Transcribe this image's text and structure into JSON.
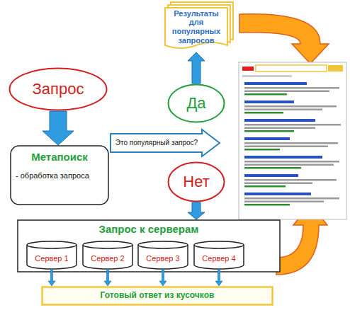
{
  "diagram": {
    "nodes": [
      {
        "text": [
          "Результаты для популярных запросов"
        ]
      },
      {
        "text": [
          "Запрос"
        ]
      },
      {
        "text": [
          "Да"
        ]
      },
      {
        "text": [
          "Это популярный запрос?"
        ]
      },
      {
        "text": [
          "Метапоиск",
          "- обработка запроса"
        ]
      },
      {
        "text": [
          "Нет"
        ]
      },
      {
        "text": [
          "Запрос к серверам"
        ]
      },
      {
        "text": [
          "Сервер 1"
        ],
        "in": 6
      },
      {
        "text": [
          "Сервер 2"
        ],
        "in": 6
      },
      {
        "text": [
          "Сервер 3"
        ],
        "in": 6
      },
      {
        "text": [
          "Сервер 4"
        ],
        "in": 6
      },
      {
        "text": [
          "Готовый ответ из кусочков"
        ]
      }
    ],
    "edges": [
      {
        "from": 1,
        "to": 4,
        "arrow": "to"
      },
      {
        "from": 2,
        "to": 0,
        "arrow": "to"
      },
      {
        "from": 5,
        "to": 6,
        "arrow": "to"
      },
      {
        "from": 7,
        "to": 11,
        "arrow": "to"
      },
      {
        "from": 8,
        "to": 11,
        "arrow": "to"
      },
      {
        "from": 9,
        "to": 11,
        "arrow": "to"
      },
      {
        "from": 10,
        "to": 11,
        "arrow": "to"
      }
    ]
  }
}
